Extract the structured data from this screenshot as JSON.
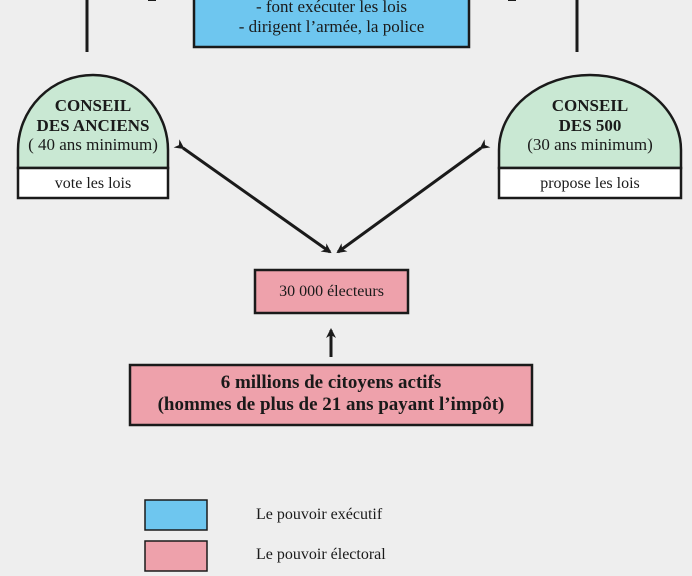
{
  "executive": {
    "lines": [
      "- font exécuter les lois",
      "- dirigent l’armée, la police"
    ]
  },
  "councils": {
    "left": {
      "title_1": "CONSEIL",
      "title_2": "DES ANCIENS",
      "subtitle": "( 40 ans minimum)",
      "role": "vote les lois"
    },
    "right": {
      "title_1": "CONSEIL",
      "title_2": "DES 500",
      "subtitle": "(30 ans minimum)",
      "role": "propose les lois"
    }
  },
  "electeurs": {
    "label": "30 000 électeurs"
  },
  "citoyens": {
    "line_1": "6 millions de citoyens actifs",
    "line_2": "(hommes de plus de 21 ans payant l’impôt)"
  },
  "legend": [
    {
      "label": "Le pouvoir exécutif",
      "color": "#6ec6ef"
    },
    {
      "label": "Le pouvoir électoral",
      "color": "#eea1ab"
    }
  ],
  "colors": {
    "executive": "#6ec6ef",
    "legislative": "#c9e8d3",
    "electoral": "#eea1ab",
    "background": "#eeeeee",
    "stroke": "#1a1a1a"
  }
}
